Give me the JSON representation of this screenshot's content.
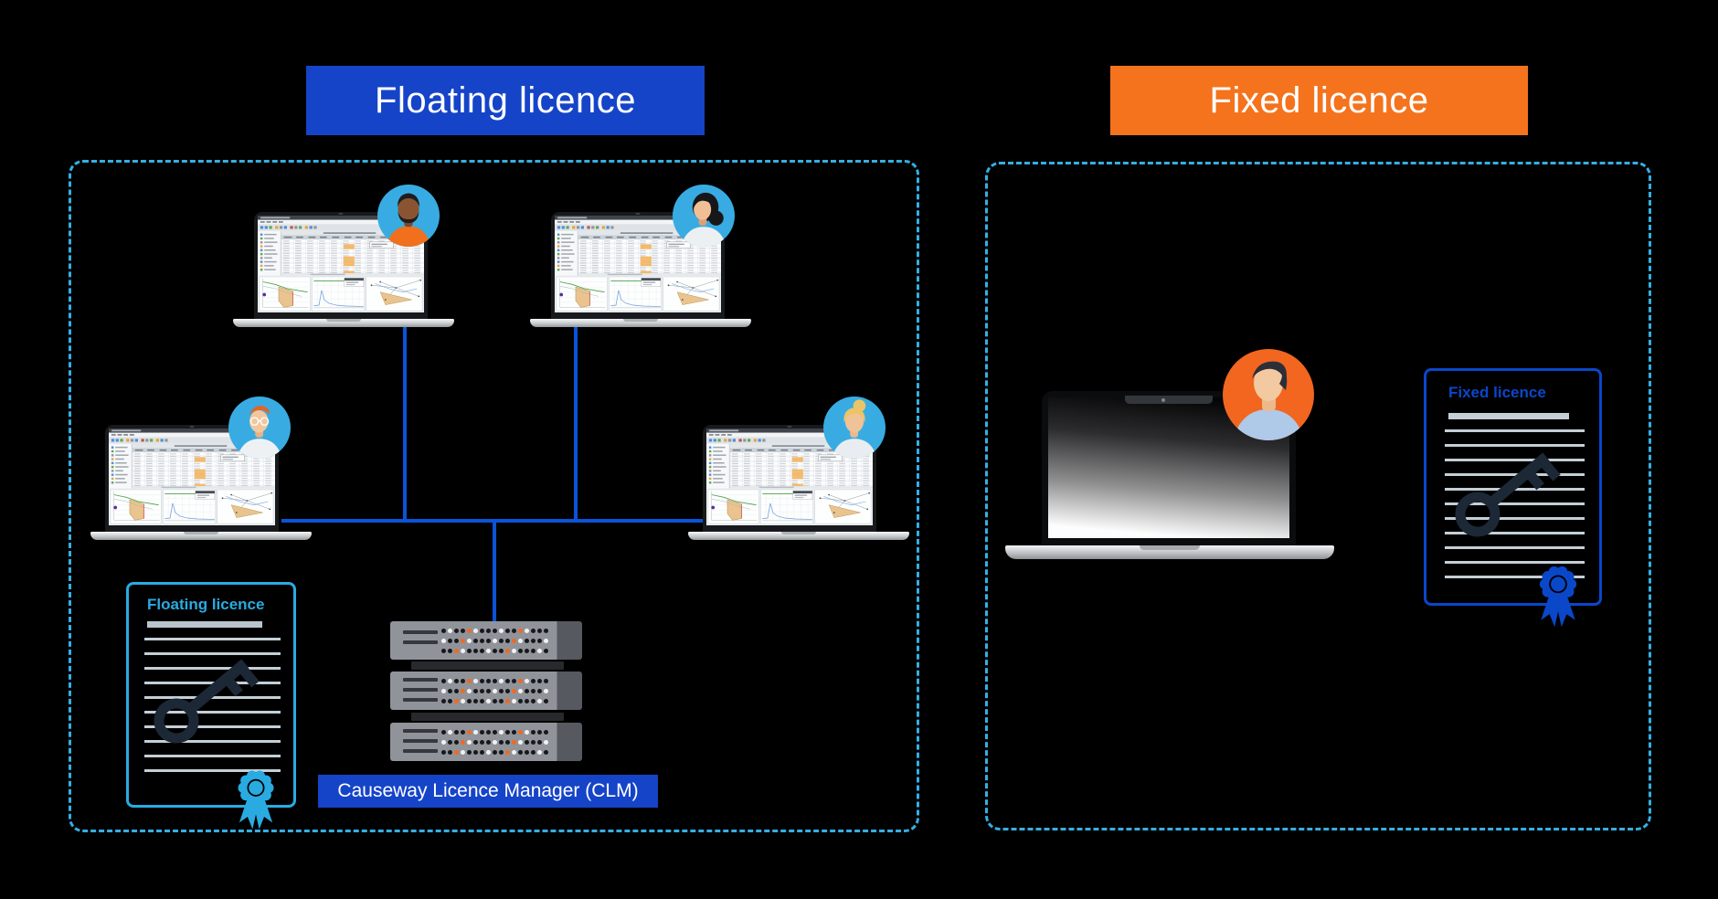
{
  "diagram": {
    "background": "#000000",
    "dashed_border_color": "#35AFE4",
    "connector_color": "#0B53D8",
    "floating": {
      "banner_label": "Floating licence",
      "banner_color": "#1544C8",
      "document_title": "Floating licence",
      "document_accent": "#29ABE2",
      "server_label": "Causeway Licence Manager (CLM)",
      "server_label_color": "#1544C8",
      "workstation_count": 4,
      "users": [
        "man-dark-skin-orange-shirt",
        "woman-dark-hair",
        "man-red-hair-glasses",
        "woman-blonde"
      ]
    },
    "fixed": {
      "banner_label": "Fixed licence",
      "banner_color": "#F4731C",
      "document_title": "Fixed licence",
      "document_accent": "#0A47C9",
      "users": [
        "man-dark-hair-orange-circle"
      ]
    },
    "server": {
      "units": 3,
      "led_colors": {
        "off": "#17181B",
        "on": "#F2F2F2",
        "active": "#F2691C"
      }
    }
  }
}
